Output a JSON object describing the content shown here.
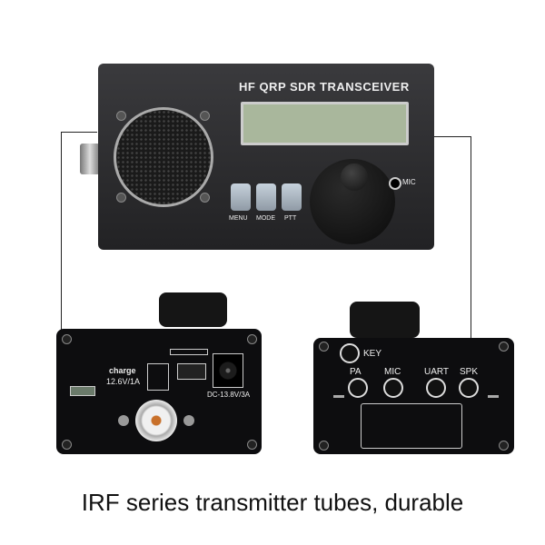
{
  "front": {
    "title": "HF QRP SDR TRANSCEIVER",
    "buttons": [
      "MENU",
      "MODE",
      "PTT"
    ],
    "mic_label": "MIC"
  },
  "left_panel": {
    "charge_label": "charge",
    "charge_rating": "12.6V/1A",
    "dc_rating": "DC-13.8V/3A"
  },
  "right_panel": {
    "key_label": "KEY",
    "jacks": [
      "PA",
      "MIC",
      "UART",
      "SPK"
    ]
  },
  "caption": "IRF series transmitter tubes, durable",
  "colors": {
    "lcd": "#a9b79c",
    "body": "#2b2b2e",
    "panel": "#0d0d0f"
  }
}
